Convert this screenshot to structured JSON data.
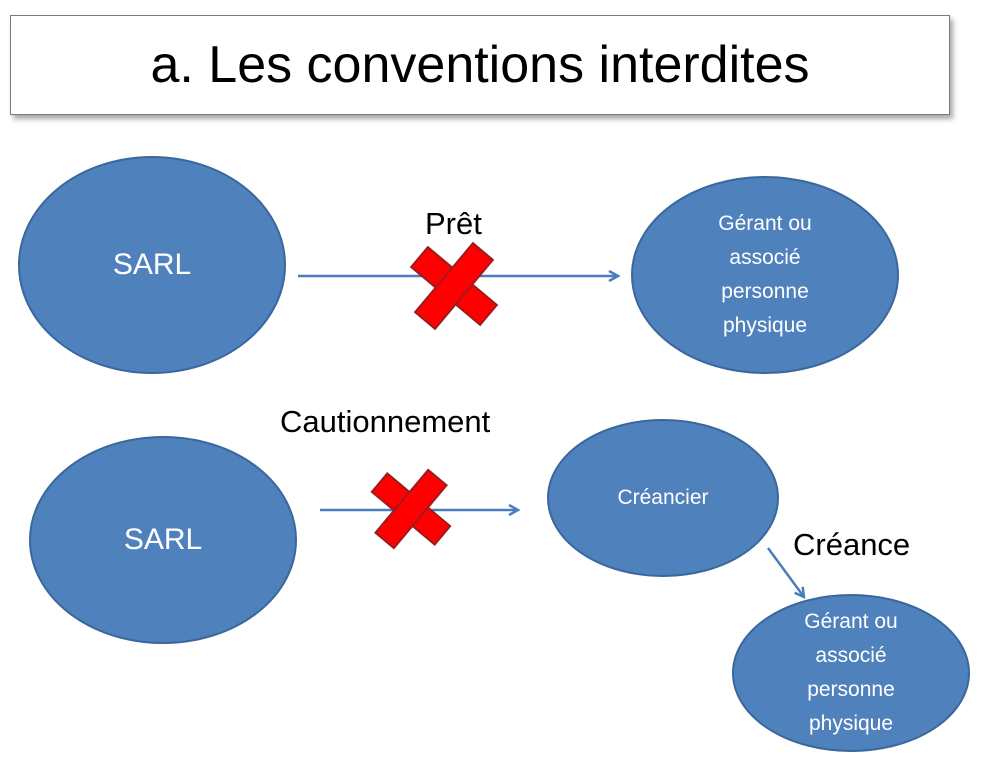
{
  "title": "a. Les conventions interdites",
  "colors": {
    "oval_fill": "#4f81bd",
    "oval_stroke": "#3a679c",
    "arrow": "#4a7ebb",
    "cross": "#ff0000",
    "cross_stroke": "#9b1c1c"
  },
  "top_row": {
    "source": "SARL",
    "relation": "Prêt",
    "target": [
      "Gérant ou",
      "associé",
      "personne",
      "physique"
    ],
    "forbidden_mark": "cross-icon"
  },
  "bottom_row": {
    "source": "SARL",
    "relation": "Cautionnement",
    "middle": "Créancier",
    "second_relation": "Créance",
    "target": [
      "Gérant ou",
      "associé",
      "personne",
      "physique"
    ],
    "forbidden_mark": "cross-icon"
  }
}
